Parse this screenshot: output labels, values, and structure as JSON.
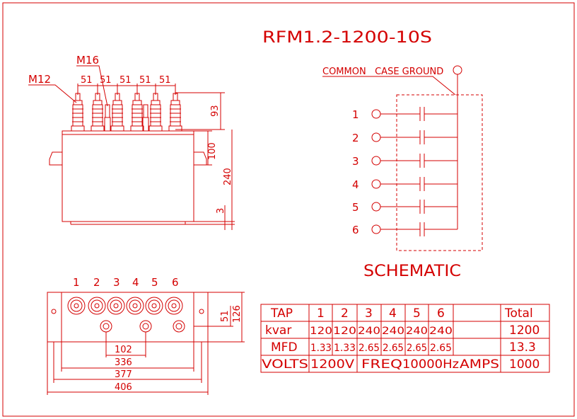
{
  "title": "RFM1.2-1200-10S",
  "front_view": {
    "label_m12": "M12",
    "label_m16": "M16",
    "pitch": [
      "51",
      "51",
      "51",
      "51",
      "51"
    ],
    "dim_93": "93",
    "dim_100": "100",
    "dim_240": "240",
    "dim_3": "3"
  },
  "schematic": {
    "ground_label": "COMMON   CASE GROUND",
    "caption": "SCHEMATIC",
    "terminals": [
      "1",
      "2",
      "3",
      "4",
      "5",
      "6"
    ]
  },
  "top_view": {
    "terminal_numbers": [
      "1",
      "2",
      "3",
      "4",
      "5",
      "6"
    ],
    "dim_51": "51",
    "dim_126": "126",
    "dim_102": "102",
    "dim_336": "336",
    "dim_377": "377",
    "dim_406": "406"
  },
  "spec_table": {
    "rows": [
      {
        "label": "TAP",
        "cells": [
          "1",
          "2",
          "3",
          "4",
          "5",
          "6"
        ],
        "total": "Total"
      },
      {
        "label": "kvar",
        "cells": [
          "120",
          "120",
          "240",
          "240",
          "240",
          "240"
        ],
        "total": "1200"
      },
      {
        "label": "MFD",
        "cells": [
          "1.33",
          "1.33",
          "2.65",
          "2.65",
          "2.65",
          "2.65"
        ],
        "total": "13.3"
      }
    ],
    "volts_label": "VOLTS",
    "volts_value": "1200V",
    "freq_label": "FREQ",
    "freq_value": "10000Hz",
    "amps_label": "AMPS",
    "amps_value": "1000"
  },
  "colors": {
    "line": "#d40000",
    "background": "#ffffff"
  }
}
